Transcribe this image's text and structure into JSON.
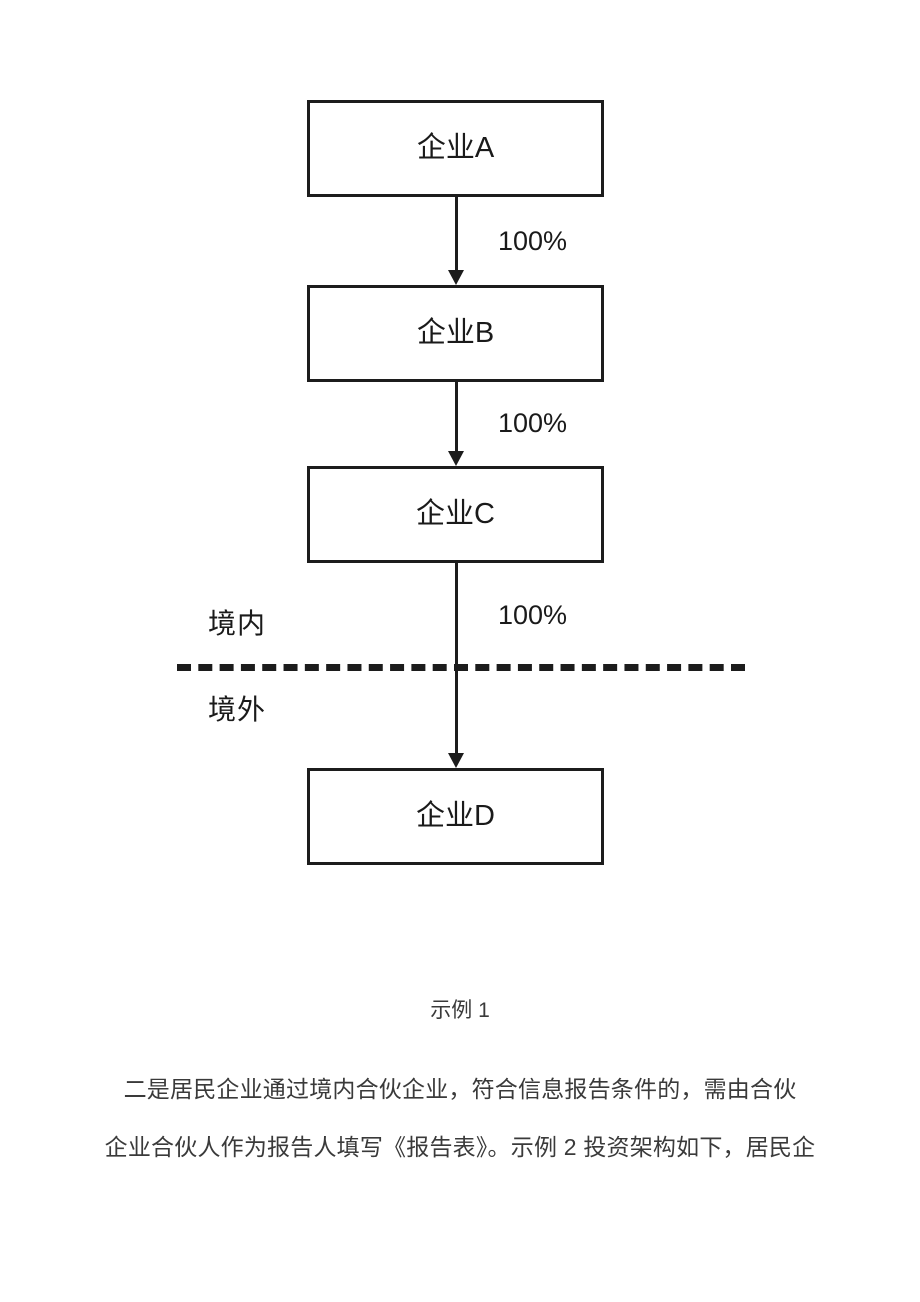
{
  "page": {
    "background_color": "#ffffff",
    "ink_color": "#1c1c1c",
    "text_color": "#3a3a3a"
  },
  "diagram": {
    "type": "ownership-structure-flowchart",
    "boxes": [
      {
        "id": "a",
        "label": "企业A"
      },
      {
        "id": "b",
        "label": "企业B"
      },
      {
        "id": "c",
        "label": "企业C"
      },
      {
        "id": "d",
        "label": "企业D"
      }
    ],
    "connectors": [
      {
        "from": "a",
        "to": "b",
        "label": "100%"
      },
      {
        "from": "b",
        "to": "c",
        "label": "100%"
      },
      {
        "from": "c",
        "to": "d",
        "label": "100%"
      }
    ],
    "divider": {
      "style": "dashed",
      "above_label": "境内",
      "below_label": "境外"
    }
  },
  "caption": "示例 1",
  "body": {
    "line1": "二是居民企业通过境内合伙企业，符合信息报告条件的，需由合伙",
    "line2": "企业合伙人作为报告人填写《报告表》。示例 2 投资架构如下，居民企"
  }
}
